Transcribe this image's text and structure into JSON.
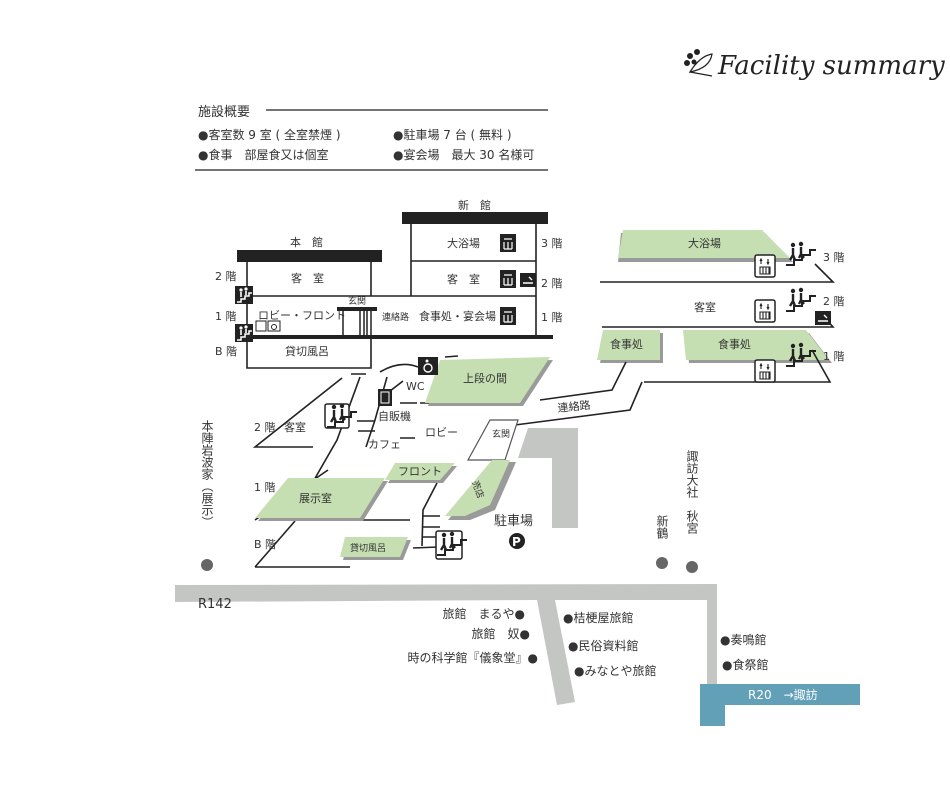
{
  "header": {
    "title": "Facility summary"
  },
  "summary": {
    "heading": "施設概要",
    "items": [
      "●客室数 9 室 ( 全室禁煙 )",
      "●駐車場 7 台 ( 無料 )",
      "●食事　部屋食又は個室",
      "●宴会場　最大 30 名様可"
    ]
  },
  "section": {
    "honkan": "本　館",
    "shinkan": "新　館",
    "floors": {
      "f3": "3 階",
      "f2": "2 階",
      "f1": "1 階",
      "fb": "B 階"
    },
    "honkan_rooms": {
      "guest": "客　室",
      "lobby": "ロビー・フロント",
      "bath": "貸切風呂",
      "entrance": "玄関"
    },
    "corridor": "連絡路",
    "shinkan_rooms": {
      "bath": "大浴場",
      "guest": "客　室",
      "dining": "食事処・宴会場"
    }
  },
  "annex3d": {
    "bath": "大浴場",
    "guest": "客室",
    "dining_left": "食事処",
    "dining_right": "食事処",
    "corridor": "連絡路",
    "floors": {
      "f3": "3 階",
      "f2": "2 階",
      "f1": "1 階"
    }
  },
  "main3d": {
    "floor2": "2 階",
    "guest": "客室",
    "floor1": "1 階",
    "floorb": "B 階",
    "jodan": "上段の間",
    "wc": "WC",
    "vending": "自販機",
    "cafe": "カフェ",
    "lobby": "ロビー",
    "entrance": "玄関",
    "shop": "売店",
    "front": "フロント",
    "exhibit": "展示室",
    "bath": "貸切風呂",
    "parking": "駐車場",
    "parking_icon": "P"
  },
  "map": {
    "honjin": "本陣岩波家（展示）",
    "suwa": "諏訪大社　秋宮",
    "shintsuru": "新鶴",
    "r142": "R142",
    "r20": "R20　→諏訪",
    "places_left": [
      "旅館　まるや●",
      "旅館　奴●",
      "時の科学館『儀象堂』●"
    ],
    "places_mid": [
      "●桔梗屋旅館",
      "●民俗資料館",
      "●みなとや旅館"
    ],
    "places_right": [
      "●奏鳴館",
      "●食祭館"
    ]
  },
  "colors": {
    "green": "#c6dfb2",
    "road": "#c4c6c4",
    "blue": "#62a0b8"
  }
}
